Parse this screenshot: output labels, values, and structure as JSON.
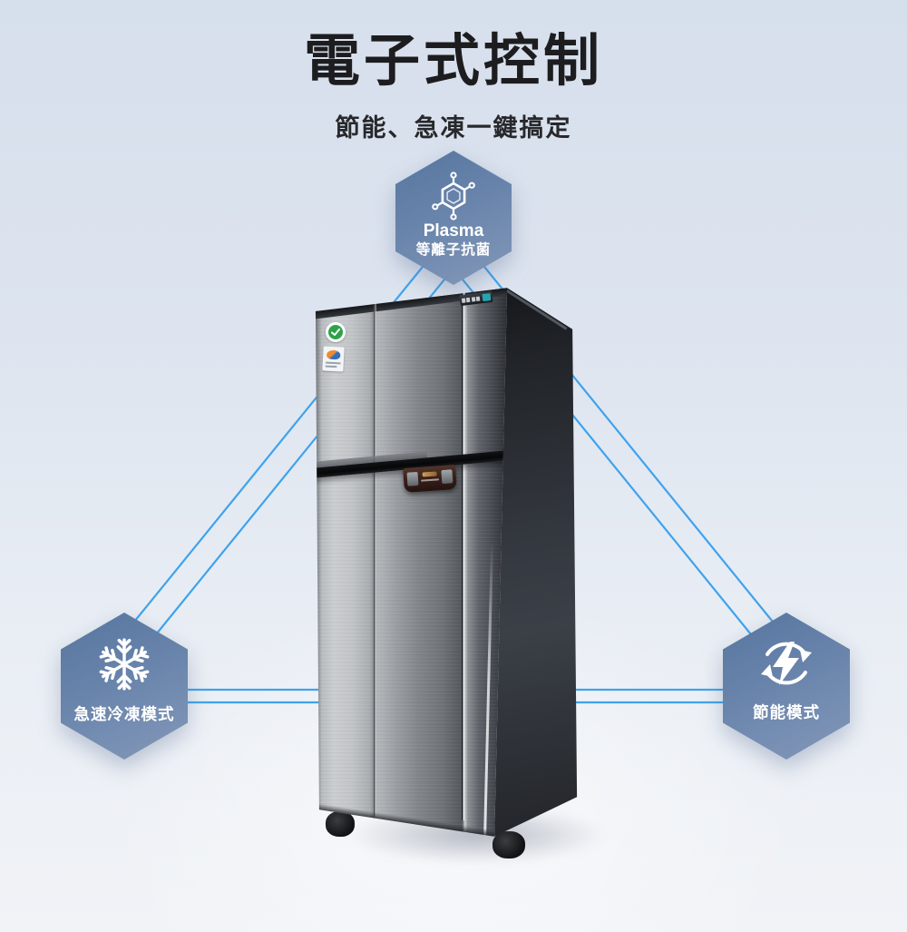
{
  "page": {
    "title": "電子式控制",
    "subtitle": "節能、急凍一鍵搞定"
  },
  "nodes": {
    "plasma": {
      "title": "Plasma",
      "subtitle": "等離子抗菌",
      "icon": "molecule-icon"
    },
    "freeze": {
      "label": "急速冷凍模式",
      "icon": "snowflake-icon"
    },
    "energy": {
      "label": "節能模式",
      "icon": "energy-cycle-icon"
    }
  },
  "fridge": {
    "stickers": [
      "eco-cert-sticker",
      "energy-label-sticker"
    ],
    "brand_plaque": "brand-plaque"
  },
  "colors": {
    "background_top": "#d6dfec",
    "background_bottom": "#f1f3f7",
    "hexagon_gradient_start": "#56759f",
    "hexagon_gradient_end": "#8398b9",
    "connector_line": "#3fa3ec",
    "title_text": "#1d1d1f",
    "hexagon_text": "#ffffff",
    "plaque_accent": "#23a7b4"
  }
}
